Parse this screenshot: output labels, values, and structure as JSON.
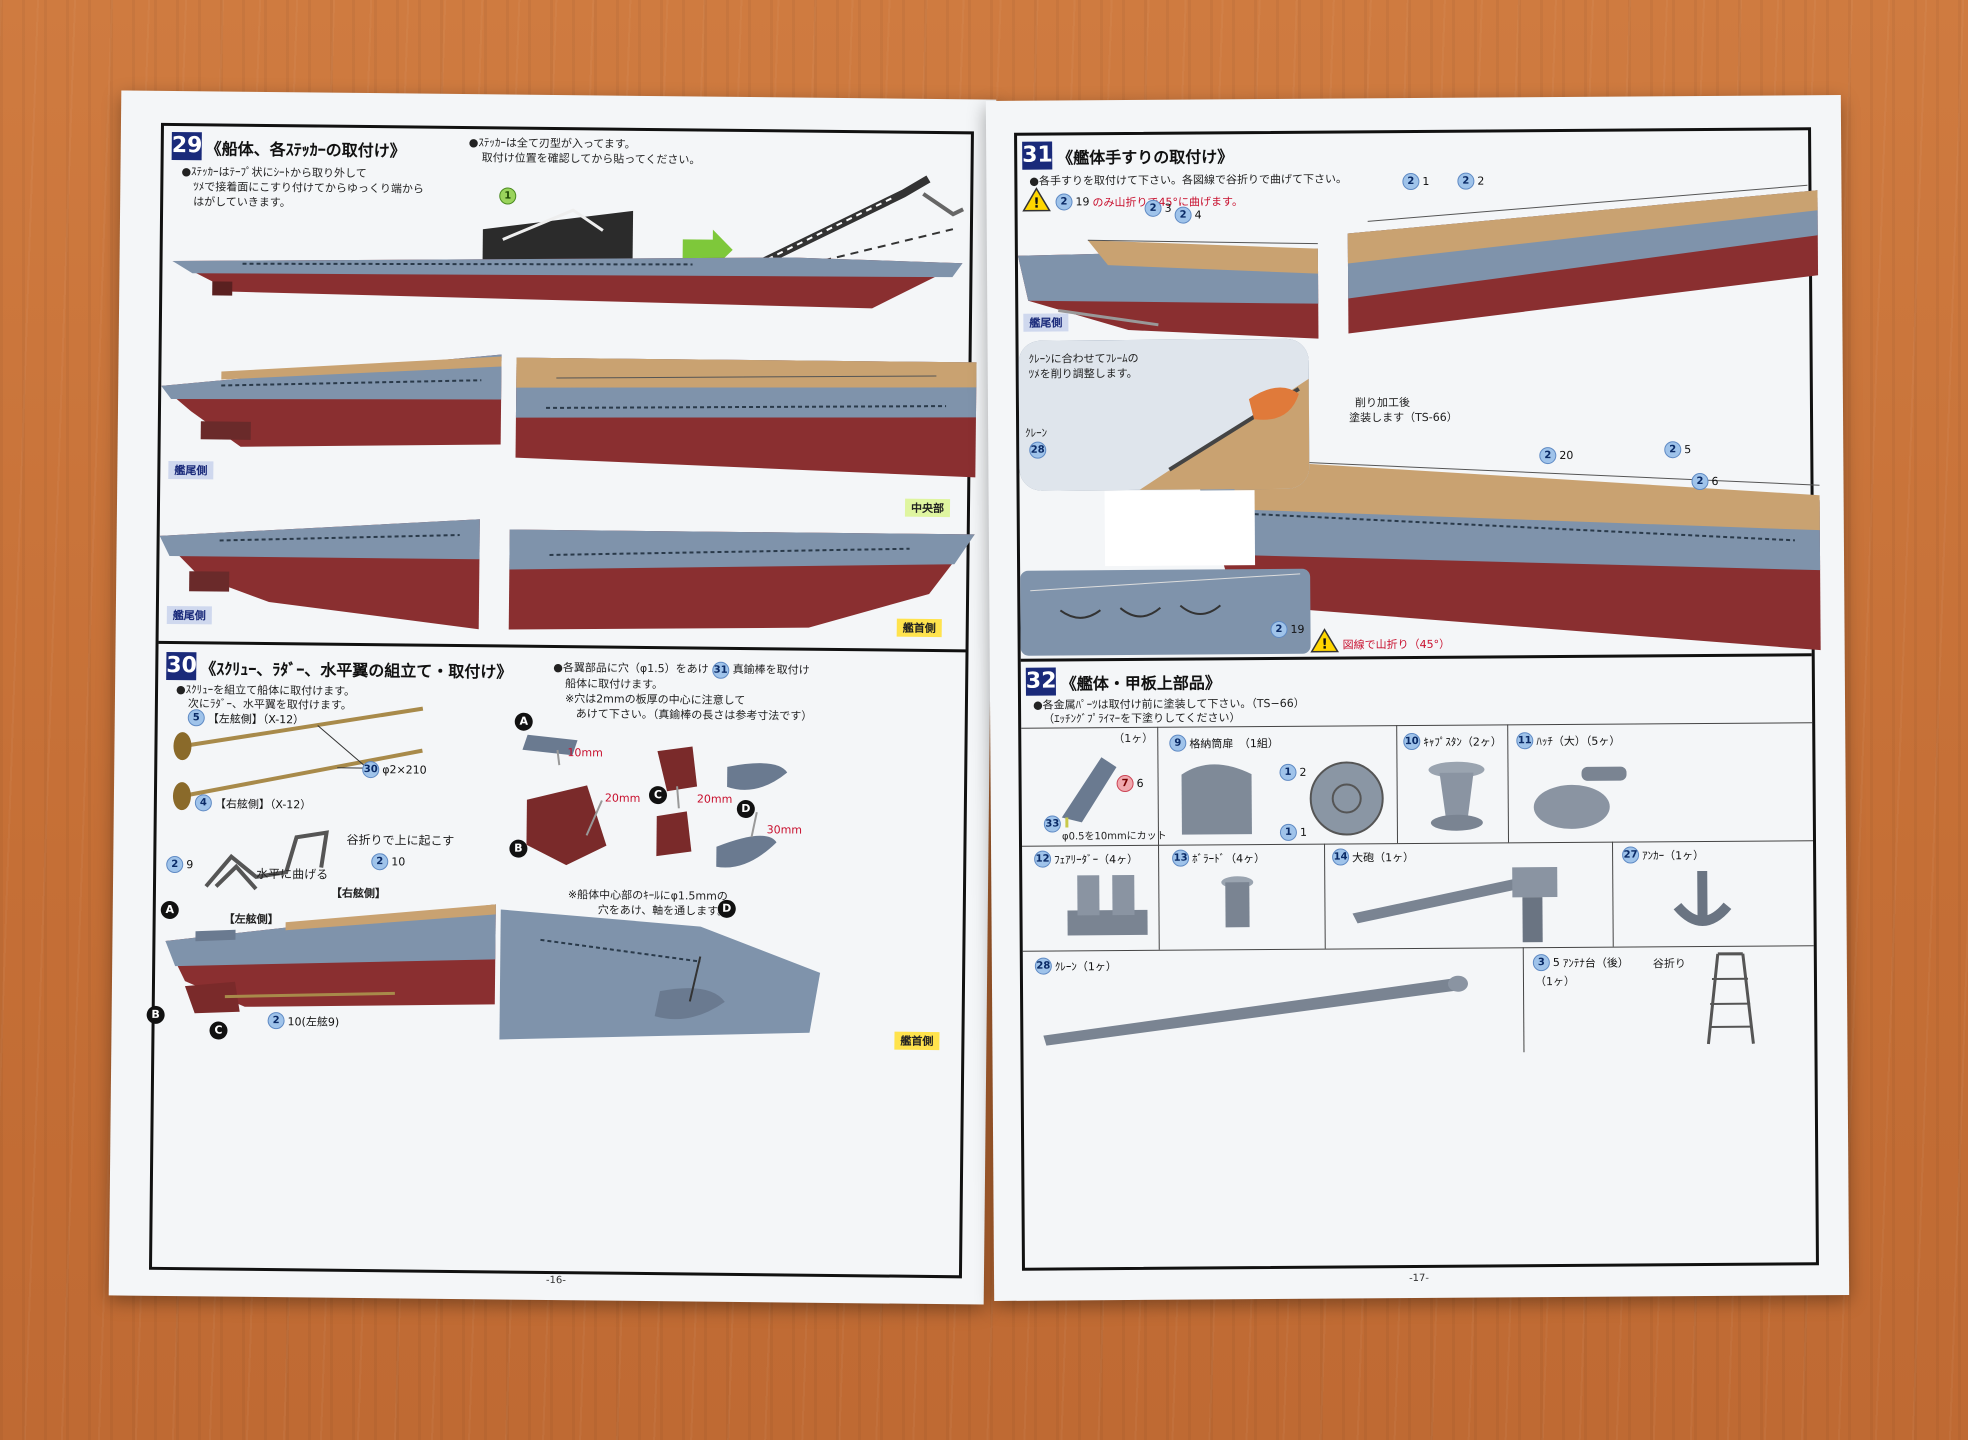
{
  "left_page": {
    "page_number": "-16-",
    "step29": {
      "number": "29",
      "title": "《船体、各ｽﾃｯｶｰの取付け》",
      "note1": "●ｽﾃｯｶｰはﾃｰﾌﾟ状にｼｰﾄから取り外して",
      "note2": "ﾂﾒで接着面にこすり付けてからゆっくり端から",
      "note3": "はがしていきます。",
      "note4": "●ｽﾃｯｶｰは全て刃型が入ってます。",
      "note5": "取付け位置を確認してから貼ってください。",
      "callout_part": "1",
      "label_stern1": "艦尾側",
      "label_center": "中央部",
      "label_stern2": "艦尾側",
      "label_bow": "艦首側"
    },
    "step30": {
      "number": "30",
      "title": "《ｽｸﾘｭｰ、ﾗﾀﾞｰ、水平翼の組立て・取付け》",
      "note1": "●ｽｸﾘｭｰを組立て船体に取付けます。",
      "note2": "次にﾗﾀﾞｰ、水平翼を取付けます。",
      "part5_num": "5",
      "part5_label": "【左舷側】（X-12）",
      "part30_num": "30",
      "part30_label": "φ2×210",
      "part4_num": "4",
      "part4_label": "【右舷側】（X-12）",
      "fold_up": "谷折りで上に起こす",
      "part2_9_num": "2",
      "part2_9_sub": "9",
      "horizontal_bend": "水平に曲げる",
      "part2_10_num": "2",
      "part2_10_sub": "10",
      "right_side": "【右舷側】",
      "left_side": "【左舷側】",
      "hole_note1": "●各翼部品に穴（φ1.5）をあけ",
      "hole_note1_part": "31",
      "hole_note1b": "真鍮棒を取付け",
      "hole_note2": "船体に取付けます。",
      "hole_note3": "※穴は2mmの板厚の中心に注意して",
      "hole_note4": "あけて下さい。（真鍮棒の長さは参考寸法です）",
      "dim_a": "10mm",
      "dim_b": "20mm",
      "dim_c": "20mm",
      "dim_d": "30mm",
      "keel_note1": "※船体中心部のｷｰﾙにφ1.5mmの",
      "keel_note2": "穴をあけ、軸を通します。",
      "letter_a": "A",
      "letter_b": "B",
      "letter_c": "C",
      "letter_d": "D",
      "part2_10b_num": "2",
      "part2_10b_label": "10(左舷9)",
      "label_bow": "艦首側"
    }
  },
  "right_page": {
    "page_number": "-17-",
    "step31": {
      "number": "31",
      "title": "《艦体手すりの取付け》",
      "note1": "●各手すりを取付けて下さい。各図線で谷折りで曲げて下さい。",
      "warn_part": "2",
      "warn_sub": "19",
      "warn_text": "のみ山折りで45°に曲げます。",
      "p23": "3",
      "p24": "4",
      "p21": "1",
      "p22": "2",
      "label_stern": "艦尾側",
      "crane_note1": "ｸﾚｰﾝに合わせてﾌﾚｰﾑの",
      "crane_note2": "ﾂﾒを削り調整します。",
      "crane_label": "ｸﾚｰﾝ",
      "crane_part": "28",
      "shave_note1": "削り加工後",
      "shave_note2": "塗装します（TS-66）",
      "p220": "20",
      "p25": "5",
      "p26": "6",
      "p219": "19",
      "warn2_text": "図線で山折り（45°）"
    },
    "step32": {
      "number": "32",
      "title": "《艦体・甲板上部品》",
      "note1": "●各金属ﾊﾟｰﾂは取付け前に塗装して下さい。（TS−66）",
      "note2": "（ｴｯﾁﾝｸﾞﾌﾟﾗｲﾏｰを下塗りしてください）",
      "cell1_qty": "（1ヶ）",
      "cell1_part": "7",
      "cell1_sub": "6",
      "cell1_part2": "33",
      "cell1_note": "φ0.5を10mmにカット",
      "cell2_num": "9",
      "cell2_label": "格納筒扉　（1組）",
      "cell2_p1": "1",
      "cell2_p1sub": "2",
      "cell2_p2": "1",
      "cell2_p2sub": "1",
      "cell3_num": "10",
      "cell3_label": "ｷｬﾌﾟｽﾀﾝ（2ヶ）",
      "cell4_num": "11",
      "cell4_label": "ﾊｯﾁ（大）（5ヶ）",
      "cell5_num": "12",
      "cell5_label": "ﾌｪｱﾘｰﾀﾞｰ（4ヶ）",
      "cell6_num": "13",
      "cell6_label": "ﾎﾞﾗｰﾄﾞ（4ヶ）",
      "cell7_num": "14",
      "cell7_label": "大砲（1ヶ）",
      "cell8_num": "27",
      "cell8_label": "ｱﾝｶｰ（1ヶ）",
      "cell9_num": "28",
      "cell9_label": "ｸﾚｰﾝ（1ヶ）",
      "cell10_num": "3",
      "cell10_sub": "5",
      "cell10_label": "ｱﾝﾃﾅ台（後）",
      "cell10_qty": "（1ヶ）",
      "cell10_fold": "谷折り"
    }
  },
  "colors": {
    "hull_grey": "#7f93ab",
    "hull_red": "#8a2f30",
    "deck_wood": "#c9a271",
    "step_badge": "#1a2a7a",
    "desk": "#c9733a"
  }
}
